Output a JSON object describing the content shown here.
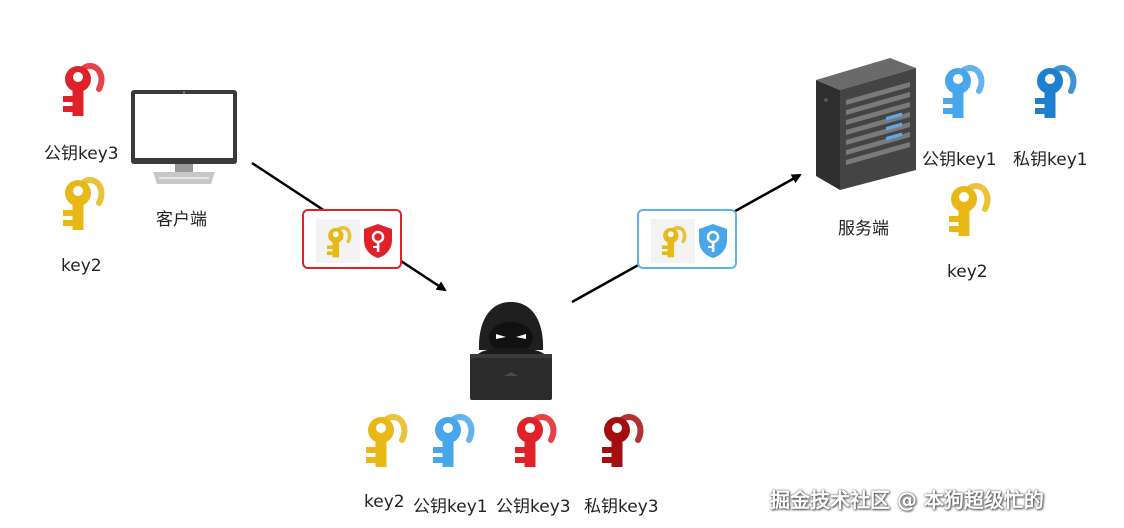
{
  "client": {
    "label": "客户端",
    "key_public3_label": "公钥key3",
    "key2_label": "key2"
  },
  "server": {
    "label": "服务端",
    "key_public1_label": "公钥key1",
    "key_private1_label": "私钥key1",
    "key2_label": "key2"
  },
  "attacker": {
    "keys": [
      {
        "label": "key2",
        "color": "#e8b817"
      },
      {
        "label": "公钥key1",
        "color": "#48a6ec"
      },
      {
        "label": "公钥key3",
        "color": "#e0212a"
      },
      {
        "label": "私钥key3",
        "color": "#a50e0e"
      }
    ]
  },
  "colors": {
    "yellow": "#e8b817",
    "light_blue": "#48a6ec",
    "dark_blue": "#1f7fcf",
    "red": "#e0212a",
    "dark_red": "#a50e0e",
    "packet_red_border": "#e0212a",
    "packet_blue_border": "#5db3ee"
  },
  "watermark": "掘金技术社区 @ 本狗超级忙的"
}
